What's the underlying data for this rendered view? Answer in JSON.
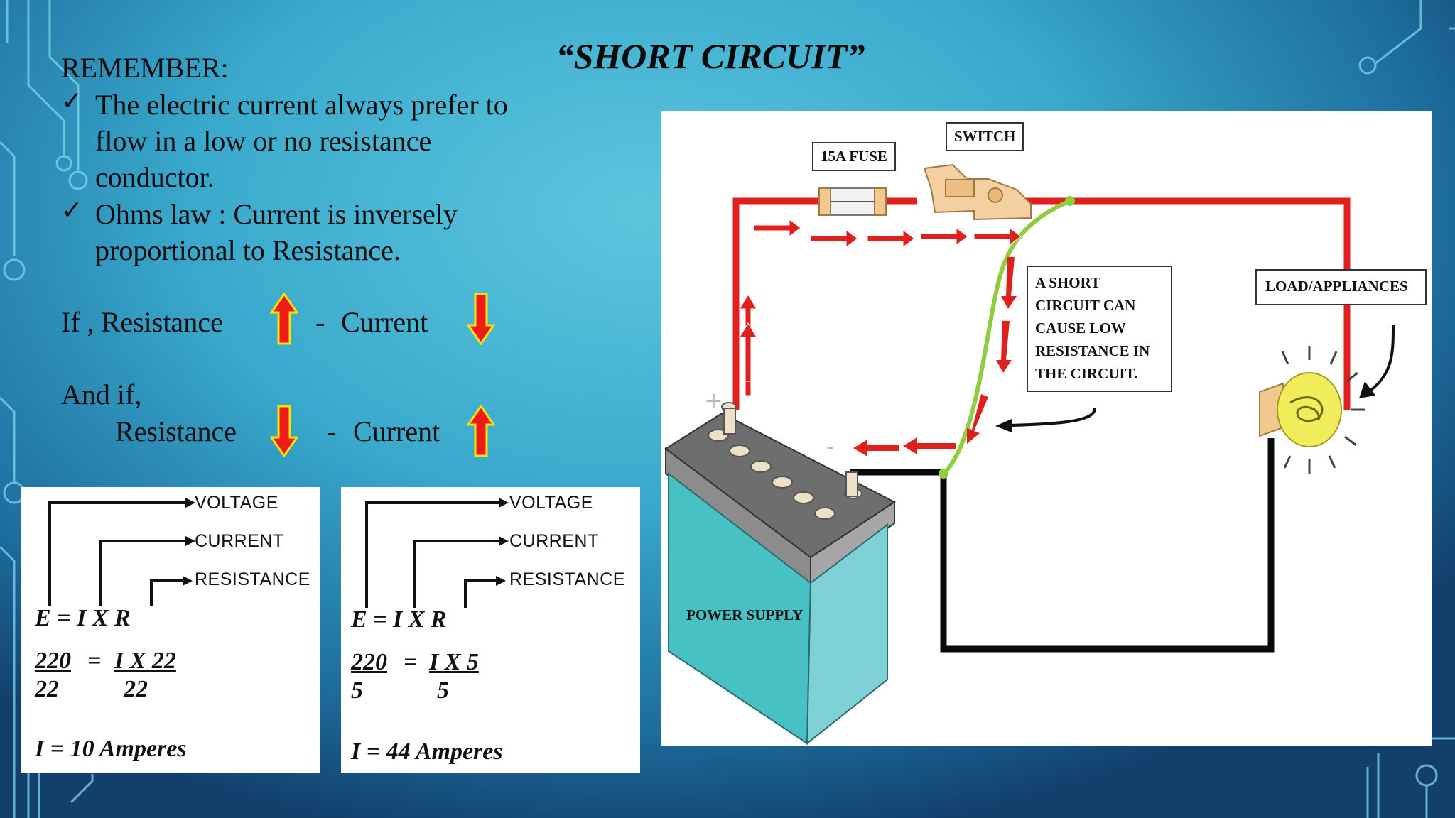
{
  "title": "“SHORT CIRCUIT”",
  "remember": {
    "heading": "REMEMBER:",
    "bullet1": [
      "The electric current always prefer to",
      "flow in a low or no resistance",
      "conductor."
    ],
    "bullet2": [
      "Ohms law : Current is inversely",
      "proportional to Resistance."
    ]
  },
  "relation1": {
    "lead": "If , Resistance",
    "dash": "-",
    "current": "Current",
    "resistance_dir": "up",
    "current_dir": "down"
  },
  "relation2": {
    "lead": "And if,",
    "resistance": "Resistance",
    "dash": "-",
    "current": "Current",
    "resistance_dir": "down",
    "current_dir": "up"
  },
  "panels": [
    {
      "labels": [
        "VOLTAGE",
        "CURRENT",
        "RESISTANCE"
      ],
      "formula": "E = I X R",
      "line_left": "220",
      "line_eq": "=",
      "line_right": "I X 22",
      "den_left": "22",
      "den_right": "22",
      "result": "I = 10 Amperes"
    },
    {
      "labels": [
        "VOLTAGE",
        "CURRENT",
        "RESISTANCE"
      ],
      "formula": "E = I X R",
      "line_left": "220",
      "line_eq": "=",
      "line_right": "I X 5",
      "den_left": "5",
      "den_right": "5",
      "result": "I = 44 Amperes"
    }
  ],
  "diagram": {
    "fuse": "15A FUSE",
    "switch": "SWITCH",
    "note": [
      "A SHORT",
      "CIRCUIT CAN",
      "CAUSE LOW",
      "RESISTANCE IN",
      "THE CIRCUIT."
    ],
    "load": "LOAD/APPLIANCES",
    "power": "POWER SUPPLY",
    "plus": "+",
    "minus": "-"
  },
  "colors": {
    "wire_red": "#e0201c",
    "wire_black": "#0a0a0a",
    "short_wire": "#8fcc3e",
    "arrow_fill": "#ee1c14",
    "arrow_outline": "#f5e400",
    "battery": "#47c1c3",
    "bulb": "#f1ec5a"
  }
}
